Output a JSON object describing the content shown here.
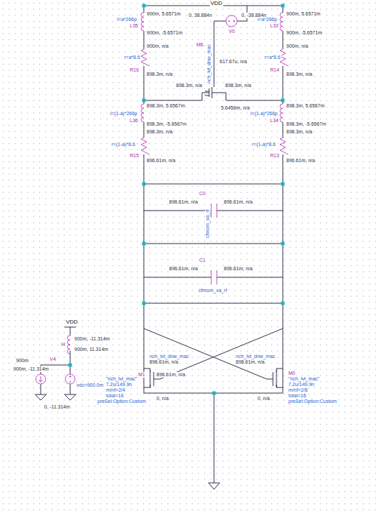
{
  "diagram": {
    "labels": [
      "VDD",
      "900m, 5.6571m",
      "l=a*266p",
      "L35",
      "900m, -5.6571m",
      "900m, 5.6571m",
      "l=a*266p",
      "L33",
      "900m, -5.6571m",
      "0, 38.884n",
      "0, -38.884n",
      "V0",
      "900m, n/a",
      "900m, n/a",
      "r=a*8.6",
      "R16",
      "r=a*8.6",
      "R14",
      "898.3m, n/a",
      "898.3m, n/a",
      "M6",
      "nch_lvt_dnw_mac",
      "898.3m, n/a",
      "617.67u, n/a",
      "898.3m, n/a",
      "5.6456m, n/a",
      "898.3m, 5.6567m",
      "l=(1-a)*266p",
      "L36",
      "898.3m, -5.6567m",
      "898.3m, 5.6567m",
      "l=(1-a)*266p",
      "L34",
      "898.3m, -5.6567m",
      "898.3m, n/a",
      "898.3m, n/a",
      "r=(1-a)*8.6",
      "R15",
      "r=(1-a)*8.6",
      "R13",
      "896.61m, n/a",
      "896.61m, n/a",
      "C0",
      "cfmom_va_rf",
      "896.61m, n/a",
      "896.61m, n/a",
      "C1",
      "cfmom_va_rf",
      "896.61m, n/a",
      "896.61m, n/a",
      "VDD",
      "900m, -11.314m",
      "I4",
      "900m, 11.314m",
      "900m, -11.314m",
      "V4",
      "900m",
      "vdc=900.0m",
      "0, -11.314m",
      "M1",
      "nch_lvt_dnw_mac",
      "896.61m, n/a",
      "896.61m, n/a",
      "\"nch_lvt_mac\"",
      "7.2u/149.9n",
      "m/nf=2/4",
      "total=16",
      "preSel:Option:Custom",
      "0, n/a",
      "M0",
      "nch_lvt_dnw_mac",
      "898.61m, n/a",
      "\"nch_lvt_mac\"",
      "7.2u/149.9n",
      "m/nf=2/8",
      "total=16",
      "preSel:Option:Custom",
      "0, n/a"
    ]
  }
}
